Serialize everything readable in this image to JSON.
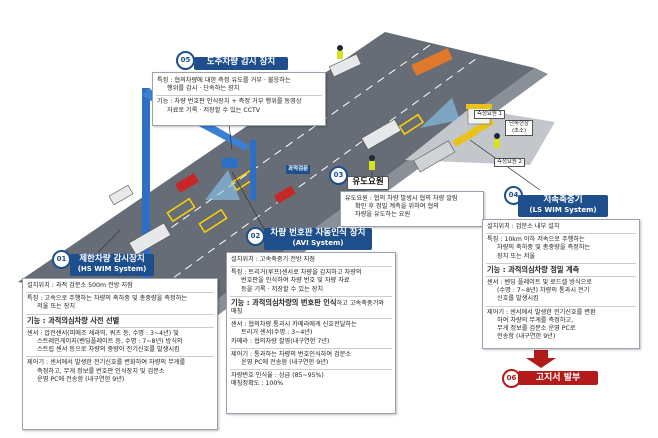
{
  "road_sign": "과적검문",
  "scene_labels": {
    "measure1": "측정요원 1",
    "measure2": "측정요원 2",
    "booth": "단속현장\n(초소)"
  },
  "hs_wim": {
    "num": "01",
    "title": "제한차량 감시장치",
    "subtitle": "(HS WIM System)",
    "loc": "설치위치 : 과적 검문소 500m 전방 지점",
    "feature1": "특징 : 고속으로 주행하는 차량의 축하중 및 총중량을 측정하는",
    "feature2": "저울 또는 장치",
    "func": "기능 : 과적의심차량 사전 선별",
    "sensor1": "센서 : 압전센서(피에조 세라믹, 쿼츠 등, 수명 : 3~4년) 및",
    "sensor2": "스트레인게이지(벤딩플레이트 등, 수명 : 7~8년) 방식의",
    "sensor3": "스트립 센서 등으로 차량의 중량이 전기신호를 발생시킴",
    "ctrl1": "제어기 : 센서에서 발생한 전기신호를 변화하여 차량의 무게를",
    "ctrl2": "측정하고, 무게 정보를 번호판 인식장치 및 검문소",
    "ctrl3": "운영 PC에 전송함 (내구연한 9년)"
  },
  "avi": {
    "num": "02",
    "title": "차량 번호판 자동인식 장치",
    "subtitle": "(AVI System)",
    "loc": "설치위치 : 고속축중기 전방 지점",
    "feature1": "특징 : 트리거(루프)센서로 차량을 감지하고 차량의",
    "feature2": "번호판을 인식하여 차량 번호 및 차량 자료",
    "feature3": "등을 기록 · 저장할 수 있는 장치",
    "func": "기능 : 과적의심차량의 번호판 인식",
    "func_tail": "하고 고속축중기와 매칭",
    "sensor1": "센서 : 협의차량 통과시 카메라에게 신호전달하는",
    "sensor2": "트리거 센서(수명 : 3~4년)",
    "camera": "카메라 : 협의차량 촬영(내구연한 7년)",
    "ctrl1": "제어기 : 통과하는 차량의 번호인식하여 검문소",
    "ctrl2": "운영 PC에 전송함 (내구연한 9년)",
    "perf1": "차량번호 인식율 : 상급 (85~95%)",
    "perf2": "매칭정확도 : 100%"
  },
  "guide": {
    "num": "03",
    "title": "유도요원",
    "text1": "유도요원 : 협의 차량 발생시 협의 차량 알림",
    "text2": "확인 후 정밀 계측을 위하여 협의",
    "text3": "차량을 유도하는 요원"
  },
  "ls_wim": {
    "num": "04",
    "title": "저속축중기",
    "subtitle": "(LS WIM System)",
    "loc": "설치위치 : 검문소 내부 설치",
    "feature1": "특징 : 10km 이하 저속으로 주행하는",
    "feature2": "차량의 축하중 및 총중량을 측정하는",
    "feature3": "장치 또는 저울",
    "func": "기능 : 과적의심차량 정밀 계측",
    "sensor1": "센서 : 벤딩 플레이트 및 로드셀 방식으로",
    "sensor2": "(수명 : 7~8년) 차량의 통과시 전기",
    "sensor3": "신호를 발생시킴",
    "ctrl1": "제어기 : 센서에서 발생한 전기신호를 변환",
    "ctrl2": "하여 차량의 무게를 측정하고,",
    "ctrl3": "무게 정보를 검문소 운영 PC로",
    "ctrl4": "전송함 (내구연한 9년)"
  },
  "cctv": {
    "num": "05",
    "title": "도주차량 감시 장치",
    "feature1": "특징 : 협의차량에 대한 측정 유도를 거부 · 불응하는",
    "feature2": "행위를 감시 · 단속하는 장치",
    "func1": "기능 : 차량 번호판 인식장치 + 측정 거부 행위를 동영상",
    "func2": "자료로 기록 · 저장할 수 있는 CCTV"
  },
  "issue": {
    "num": "06",
    "title": "고지서 발부"
  },
  "colors": {
    "header_blue": "#1e4f8c",
    "issue_red": "#b31b1b",
    "road": "#5f6670",
    "gantry": "#2d6fc4"
  }
}
